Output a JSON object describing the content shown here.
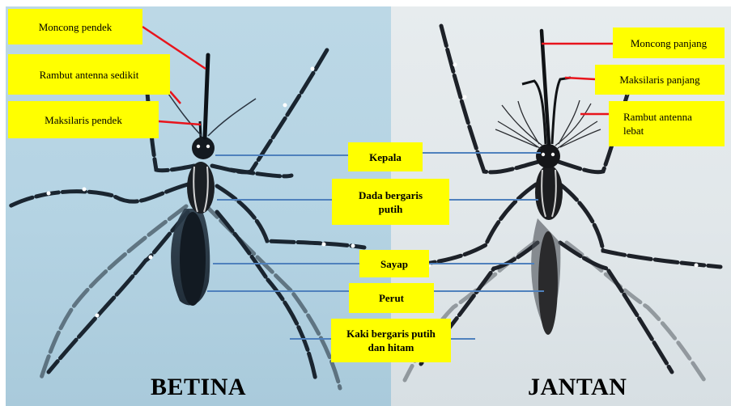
{
  "labels_left": {
    "moncong_pendek": "Moncong pendek",
    "rambut_antenna_sedikit": "Rambut antenna sedikit",
    "maksilaris_pendek": "Maksilaris pendek"
  },
  "labels_right": {
    "moncong_panjang": "Moncong panjang",
    "maksilaris_panjang": "Maksilaris panjang",
    "rambut_antenna_lebat": "Rambut antenna lebat"
  },
  "labels_center": {
    "kepala": "Kepala",
    "dada": "Dada bergaris putih",
    "sayap": "Sayap",
    "perut": "Perut",
    "kaki": "Kaki bergaris putih dan hitam"
  },
  "titles": {
    "female": "BETINA",
    "male": "JANTAN"
  },
  "colors": {
    "label_fill": "#ffff00",
    "red_leader": "#e8141c",
    "blue_leader": "#4f81bd",
    "female_bg": "#b8d5e4",
    "male_bg": "#e4e9ec"
  }
}
